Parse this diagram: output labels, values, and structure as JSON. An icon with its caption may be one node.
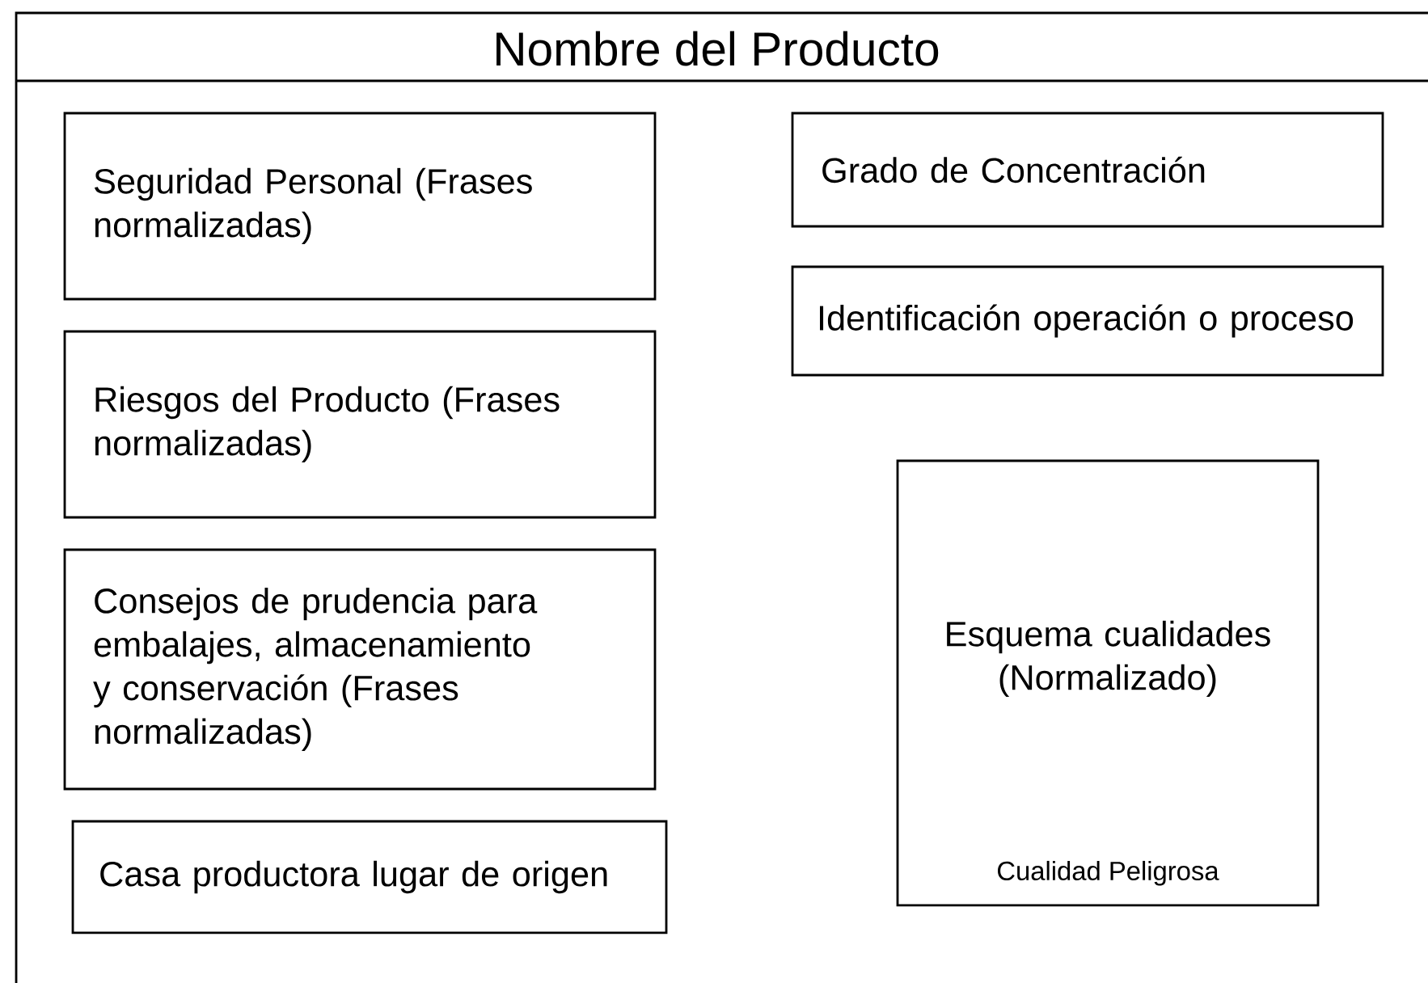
{
  "diagram": {
    "nodes": [
      {
        "text": [
          "Nombre del Producto"
        ]
      },
      {
        "text": [
          "Seguridad Personal (Frases normalizadas)"
        ],
        "in": 0
      },
      {
        "text": [
          "Riesgos del Producto (Frases normalizadas)"
        ],
        "in": 0
      },
      {
        "text": [
          "Consejos de prudencia para embalajes, almacenamiento y conservación (Frases normalizadas)"
        ],
        "in": 0
      },
      {
        "text": [
          "Casa productora lugar de origen"
        ],
        "in": 0
      },
      {
        "text": [
          "Grado de Concentración"
        ],
        "in": 0
      },
      {
        "text": [
          "Identificación operación o proceso"
        ],
        "in": 0
      },
      {
        "text": [
          "Esquema cualidades (Normalizado)",
          "Cualidad Peligrosa"
        ],
        "in": 0
      }
    ]
  }
}
